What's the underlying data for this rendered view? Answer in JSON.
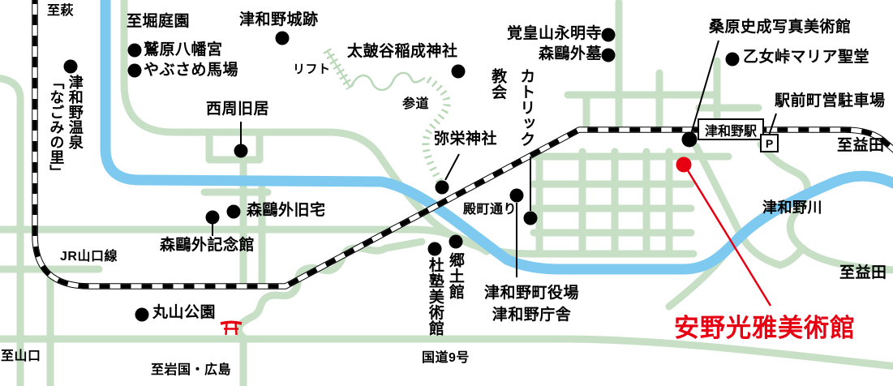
{
  "colors": {
    "road_green": "#c7dfc5",
    "path_green": "#b9d8b7",
    "river_blue": "#7ec9f0",
    "railway_black": "#000000",
    "marker_black": "#000000",
    "highlight_red": "#e60012"
  },
  "icons": {
    "marker_dot": "filled-circle",
    "torii": "torii-gate",
    "lift": "ladder-hatched-line",
    "sando_path": "hatched-dashed-path"
  },
  "labels": {
    "to_hagi": "至萩",
    "to_hori_garden": "至堀庭園",
    "tsuwano_castle_ruins": "津和野城跡",
    "washibara_hachimangu": "鷲原八幡宮",
    "yabusame_horse_ground": "やぶさめ馬場",
    "tsuwano_onsen_line1": "津和野温泉",
    "tsuwano_onsen_line2": "「なごみの里」",
    "nishi_amane_residence": "西周旧居",
    "lift": "リフト",
    "taikodani_inari_shrine": "太皷谷稲成神社",
    "sando_approach": "参道",
    "yasaka_shrine": "弥栄神社",
    "kakuozan_yomeiji": "覚皇山永明寺",
    "mori_ogai_grave": "森鷗外墓",
    "catholic_line1": "カトリック",
    "catholic_line2": "教会",
    "kuwabara_photo_museum": "桑原史成写真美術館",
    "otome_pass_maria_chapel": "乙女峠マリア聖堂",
    "station_parking": "駅前町営駐車場",
    "tsuwano_station": "津和野駅",
    "parking_p": "P",
    "to_masuda_ne": "至益田",
    "tsuwano_river": "津和野川",
    "to_masuda_se": "至益田",
    "anno_museum": "安野光雅美術館",
    "tonomachi_street": "殿町通り",
    "town_hall_line1": "津和野町役場",
    "town_hall_line2": "津和野庁舎",
    "kyodokan": "郷土館",
    "morijuku_art_museum": "杜塾美術館",
    "mori_ogai_old_house": "森鷗外旧宅",
    "mori_ogai_memorial": "森鷗外記念館",
    "maruyama_park": "丸山公園",
    "jr_yamaguchi_line": "JR山口線",
    "to_yamaguchi": "至山口",
    "to_iwakuni_hiroshima": "至岩国・広島",
    "route9": "国道9号"
  }
}
